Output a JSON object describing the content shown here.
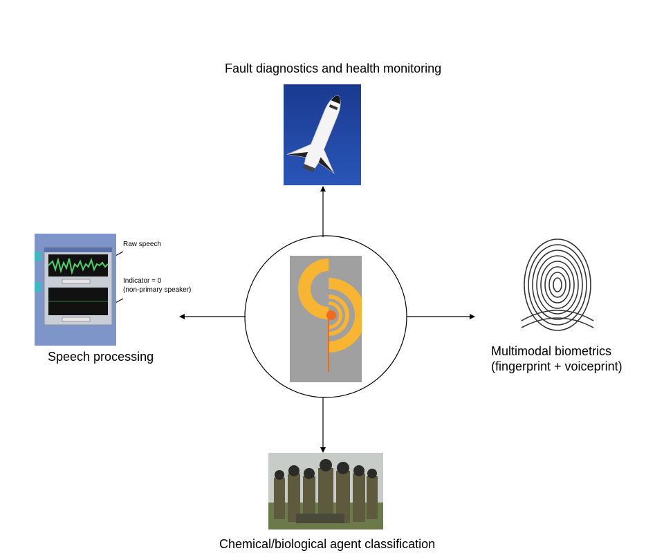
{
  "top": {
    "label": "Fault diagnostics and health monitoring",
    "icon": "space-shuttle-photo"
  },
  "left": {
    "label": "Speech processing",
    "icon": "speech-software-screenshot",
    "annotation_raw": "Raw speech",
    "annotation_indicator_line1": "Indicator = 0",
    "annotation_indicator_line2": "(non-primary speaker)"
  },
  "right": {
    "label_line1": "Multimodal biometrics",
    "label_line2": "(fingerprint + voiceprint)",
    "icon": "fingerprint-image"
  },
  "bottom": {
    "label": "Chemical/biological agent classification",
    "icon": "hazmat-soldiers-photo"
  },
  "center": {
    "icon": "logo-emblem"
  },
  "colors": {
    "logo_gray": "#a0a0a0",
    "logo_orange": "#f7b531",
    "logo_accent": "#ef6c1c",
    "shuttle_sky": "#1f3c8e"
  }
}
